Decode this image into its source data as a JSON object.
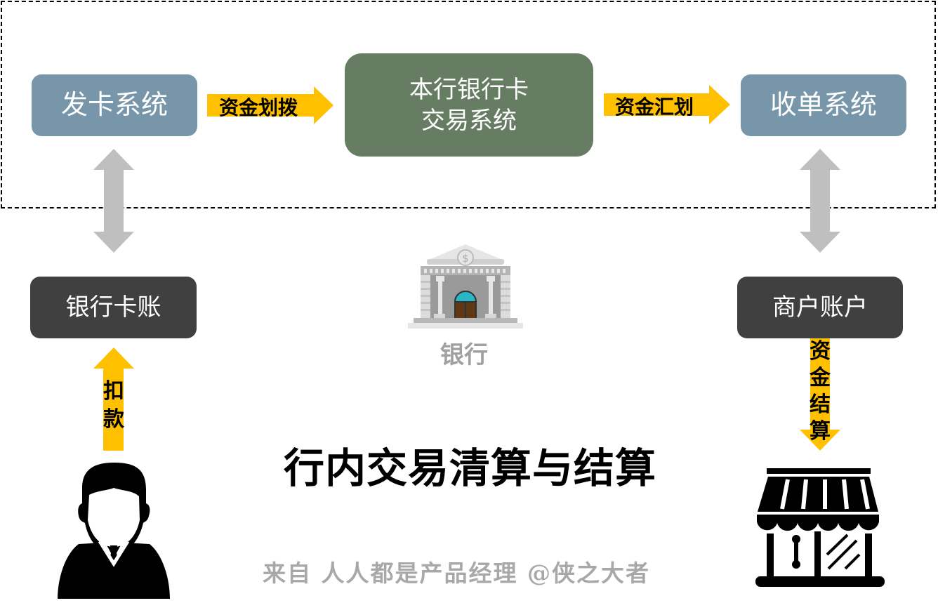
{
  "diagram": {
    "title": "行内交易清算与结算",
    "credit": "来自 人人都是产品经理 @侠之大者",
    "boundary": {
      "label": "bank-internal-systems",
      "style": "dashed"
    },
    "nodes": {
      "issuer_system": {
        "label": "发卡系统",
        "color": "#7896a9"
      },
      "core_system": {
        "line1": "本行银行卡",
        "line2": "交易系统",
        "color": "#667d63"
      },
      "acquirer_system": {
        "label": "收单系统",
        "color": "#7896a9"
      },
      "card_account": {
        "label": "银行卡账",
        "color": "#404040"
      },
      "merchant_account": {
        "label": "商户账户",
        "color": "#404040"
      },
      "bank": {
        "label": "银行"
      }
    },
    "edges": {
      "fund_allocation": {
        "label": "资金划拨",
        "from": "发卡系统",
        "to": "本行银行卡交易系统",
        "color": "#ffc000"
      },
      "fund_transfer": {
        "label": "资金汇划",
        "from": "本行银行卡交易系统",
        "to": "收单系统",
        "color": "#ffc000"
      },
      "issuer_account_link": {
        "from": "发卡系统",
        "to": "银行卡账",
        "direction": "bidirectional",
        "color": "#bfbfbf"
      },
      "acquirer_account_link": {
        "from": "收单系统",
        "to": "商户账户",
        "direction": "bidirectional",
        "color": "#bfbfbf"
      },
      "debit": {
        "chars": [
          "扣",
          "款"
        ],
        "from": "持卡人",
        "to": "银行卡账",
        "color": "#ffc000"
      },
      "settlement": {
        "chars": [
          "资",
          "金",
          "结",
          "算"
        ],
        "from": "商户账户",
        "to": "商户",
        "color": "#ffc000"
      }
    },
    "icons": {
      "cardholder": "person-icon",
      "merchant": "store-icon",
      "bank": "bank-building-icon"
    }
  }
}
